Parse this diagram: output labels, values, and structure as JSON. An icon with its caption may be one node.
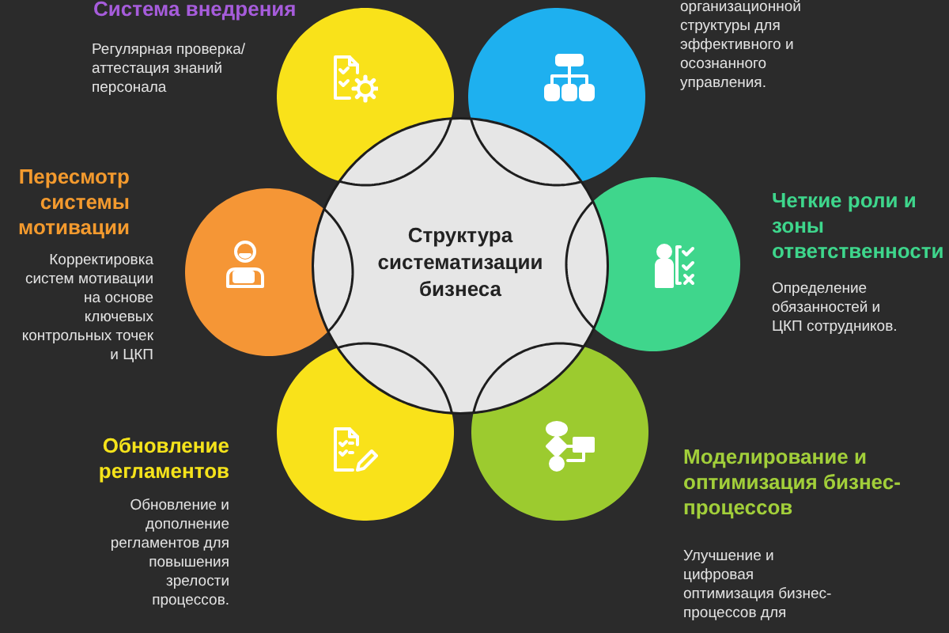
{
  "diagram": {
    "nodes": [
      {
        "text": [
          "Структура систематизации бизнеса"
        ]
      },
      {
        "text": [],
        "shape": "circle",
        "beside": [
          "Система внедрения",
          "Регулярная проверка/ аттестация знаний персонала"
        ]
      },
      {
        "text": [],
        "shape": "circle",
        "beside": [
          "организационной структуры для эффективного и осознанного управления."
        ]
      },
      {
        "text": [],
        "shape": "circle",
        "beside": [
          "Пересмотр системы мотивации",
          "Корректировка систем мотивации на основе ключевых контрольных точек и ЦКП"
        ]
      },
      {
        "text": [],
        "shape": "circle",
        "beside": [
          "Четкие роли и зоны ответственности",
          "Определение обязанностей и ЦКП сотрудников."
        ]
      },
      {
        "text": [],
        "shape": "circle",
        "beside": [
          "Обновление регламентов",
          "Обновление и дополнение регламентов для повышения зрелости процессов."
        ]
      },
      {
        "text": [],
        "shape": "circle",
        "beside": [
          "Моделирование и оптимизация бизнес-процессов",
          "Улучшение и цифровая оптимизация бизнес-процессов для"
        ]
      }
    ]
  }
}
